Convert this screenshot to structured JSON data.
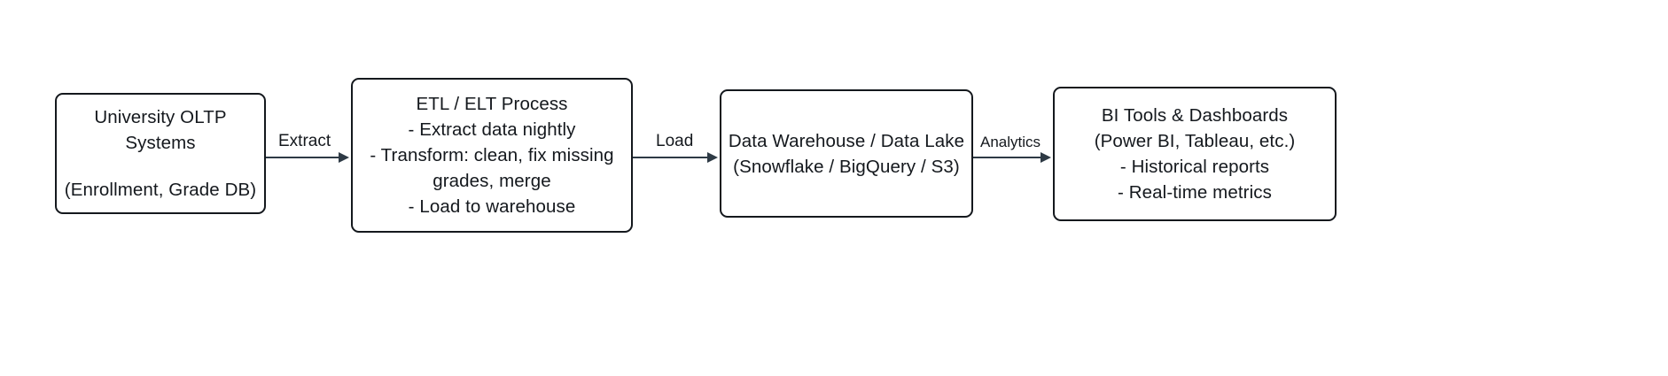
{
  "diagram": {
    "title": "Data pipeline flow: OLTP to BI dashboards",
    "background_color": "#ffffff",
    "node_border_color": "#14181d",
    "connector_color": "#2e3a45",
    "text_color": "#14181d"
  },
  "nodes": [
    {
      "id": "oltp",
      "lines": [
        "University OLTP",
        "Systems",
        "",
        "(Enrollment, Grade DB)"
      ]
    },
    {
      "id": "etl",
      "lines": [
        "ETL / ELT Process",
        "- Extract data nightly",
        "- Transform: clean, fix missing",
        "grades, merge",
        "- Load to warehouse"
      ]
    },
    {
      "id": "warehouse",
      "lines": [
        "Data Warehouse / Data Lake",
        "(Snowflake / BigQuery / S3)"
      ]
    },
    {
      "id": "bi",
      "lines": [
        "BI Tools & Dashboards",
        "(Power BI, Tableau, etc.)",
        "- Historical reports",
        "- Real-time metrics"
      ]
    }
  ],
  "edges": [
    {
      "id": "extract",
      "label": "Extract",
      "from": "oltp",
      "to": "etl"
    },
    {
      "id": "load",
      "label": "Load",
      "from": "etl",
      "to": "warehouse"
    },
    {
      "id": "analytics",
      "label": "Analytics",
      "from": "warehouse",
      "to": "bi"
    }
  ]
}
